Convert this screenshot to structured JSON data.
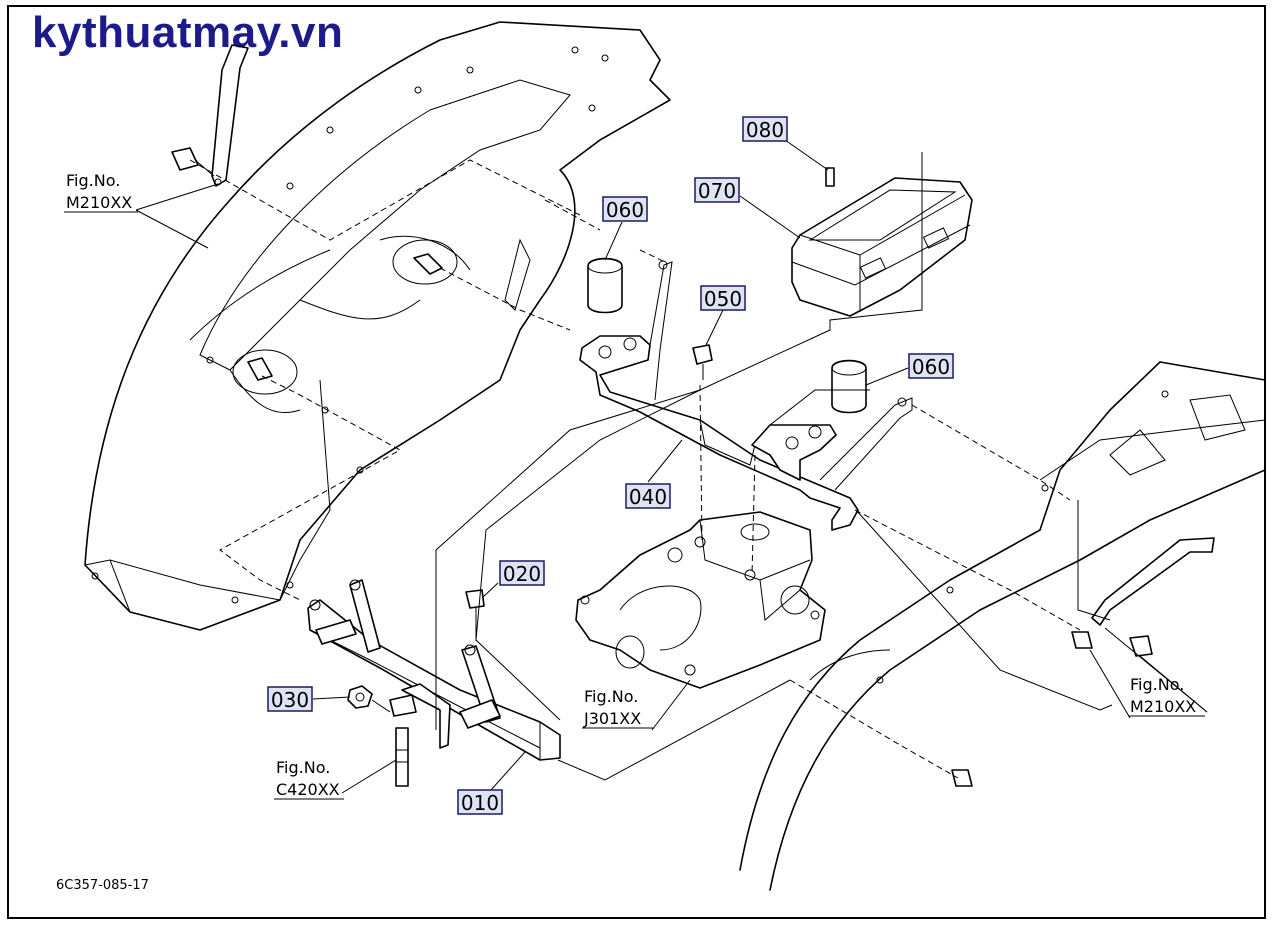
{
  "watermark": "kythuatmay.vn",
  "drawing_code": "6C357-085-17",
  "parts": {
    "p010": "010",
    "p020": "020",
    "p030": "030",
    "p040": "040",
    "p050": "050",
    "p060a": "060",
    "p060b": "060",
    "p070": "070",
    "p080": "080"
  },
  "fig_refs": {
    "m210_left": {
      "line1": "Fig.No.",
      "line2": "M210XX"
    },
    "m210_right": {
      "line1": "Fig.No.",
      "line2": "M210XX"
    },
    "j301": {
      "line1": "Fig.No.",
      "line2": "J301XX"
    },
    "c420": {
      "line1": "Fig.No.",
      "line2": "C420XX"
    }
  },
  "colors": {
    "watermark": "#1d1a8a",
    "label_box": "#dfe4f5",
    "lines": "#000000"
  }
}
